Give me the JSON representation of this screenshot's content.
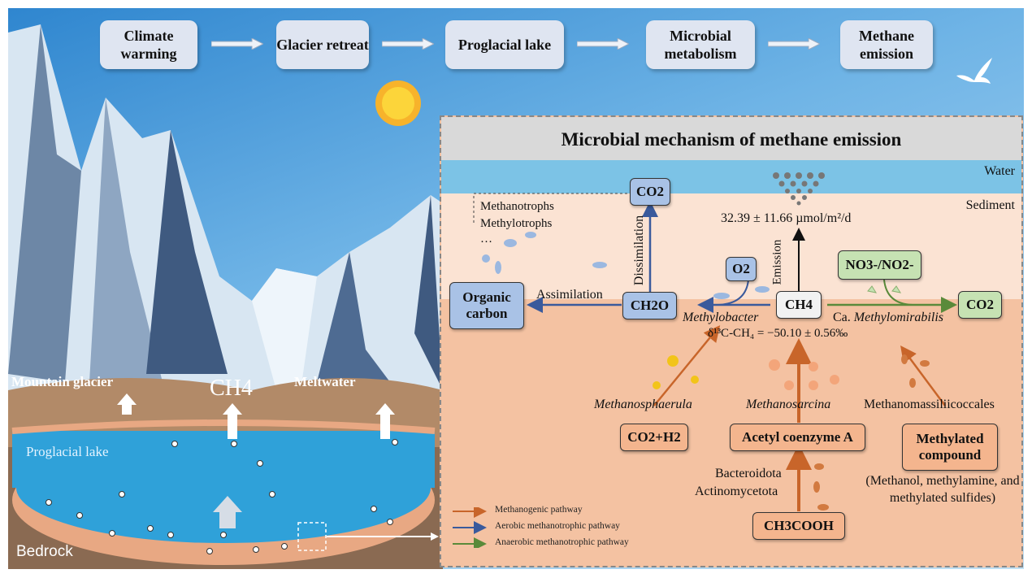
{
  "flow": [
    "Climate warming",
    "Glacier retreat",
    "Proglacial lake",
    "Microbial metabolism",
    "Methane emission"
  ],
  "scene": {
    "mountain_glacier": "Mountain glacier",
    "ch4": "CH4",
    "meltwater": "Meltwater",
    "proglacial_lake": "Proglacial lake",
    "bedrock": "Bedrock"
  },
  "panel": {
    "title": "Microbial mechanism of methane emission",
    "water": "Water",
    "sediment": "Sediment",
    "microbes": [
      "Methanotrophs",
      "Methylotrophs",
      "…"
    ],
    "co2_top": "CO2",
    "dissimilation": "Dissimilation",
    "assimilation": "Assimilation",
    "organic_carbon": "Organic carbon",
    "ch2o": "CH2O",
    "o2": "O2",
    "methylobacter": "Methylobacter",
    "ch4": "CH4",
    "emission": "Emission",
    "flux": "32.39 ± 11.66 µmol/m²/d",
    "no3": "NO3-/NO2-",
    "co2_right": "CO2",
    "methylomirabilis_prefix": "Ca.",
    "methylomirabilis": "Methylomirabilis",
    "delta": "δ¹³C-CH₄ = −50.10 ± 0.56‰",
    "methanosphaerula": "Methanosphaerula",
    "methanosarcina": "Methanosarcina",
    "methanomassiliicoccales": "Methanomassiliicoccales",
    "co2_h2": "CO2+H2",
    "acetyl": "Acetyl coenzyme A",
    "methylated": "Methylated compound",
    "methylated_note": "(Methanol, methylamine, and methylated sulfides)",
    "bacteroidota": "Bacteroidota",
    "actinomycetota": "Actinomycetota",
    "ch3cooh": "CH3COOH",
    "legend": [
      {
        "label": "Methanogenic pathway",
        "color": "#c8652a"
      },
      {
        "label": "Aerobic methanotrophic pathway",
        "color": "#3a5a9c"
      },
      {
        "label": "Anaerobic methanotrophic pathway",
        "color": "#5a8a3a"
      }
    ]
  },
  "colors": {
    "methanogenic": "#c8652a",
    "aerobic": "#3a5a9c",
    "anaerobic": "#5a8a3a"
  }
}
